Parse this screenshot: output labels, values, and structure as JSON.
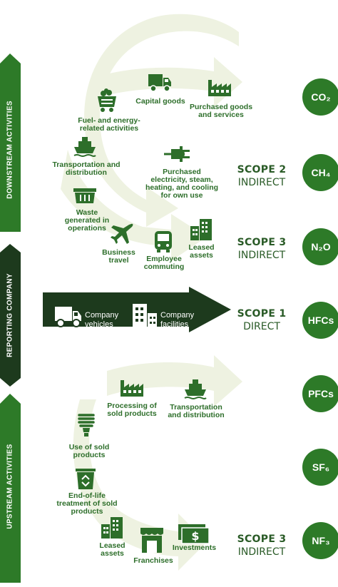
{
  "side_labels": {
    "downstream": "DOWNSTREAM ACTIVITIES",
    "reporting": "REPORTING COMPANY",
    "upstream": "UPSTREAM ACTIVITIES"
  },
  "top_group": {
    "items": [
      {
        "label": "Capital goods",
        "icon": "truck-icon"
      },
      {
        "label": "Purchased goods\nand services",
        "icon": "factory-icon"
      },
      {
        "label": "Fuel- and energy-\nrelated activities",
        "icon": "mine-cart-icon"
      },
      {
        "label": "Transportation and\ndistribution",
        "icon": "ship-icon"
      },
      {
        "label": "Purchased\nelectricity, steam,\nheating, and cooling\nfor own use",
        "icon": "plug-icon"
      },
      {
        "label": "Waste\ngenerated in\noperations",
        "icon": "dumpster-icon"
      },
      {
        "label": "Business\ntravel",
        "icon": "plane-icon"
      },
      {
        "label": "Employee\ncommuting",
        "icon": "bus-icon"
      },
      {
        "label": "Leased\nassets",
        "icon": "buildings-icon"
      }
    ]
  },
  "middle_group": {
    "items": [
      {
        "label": "Company\nvehicles",
        "icon": "truck-icon"
      },
      {
        "label": "Company\nfacilities",
        "icon": "buildings-icon"
      }
    ]
  },
  "bottom_group": {
    "items": [
      {
        "label": "Processing of\nsold products",
        "icon": "factory-icon"
      },
      {
        "label": "Transportation\nand distribution",
        "icon": "ship-icon"
      },
      {
        "label": "Use of sold\nproducts",
        "icon": "bulb-icon"
      },
      {
        "label": "End-of-life\ntreatment of sold\nproducts",
        "icon": "recycle-bin-icon"
      },
      {
        "label": "Leased\nassets",
        "icon": "buildings-icon"
      },
      {
        "label": "Franchises",
        "icon": "storefront-icon"
      },
      {
        "label": "Investments",
        "icon": "money-icon"
      }
    ]
  },
  "scopes": [
    {
      "title": "SCOPE 2",
      "subtitle": "INDIRECT"
    },
    {
      "title": "SCOPE 3",
      "subtitle": "INDIRECT"
    },
    {
      "title": "SCOPE 1",
      "subtitle": "DIRECT"
    },
    {
      "title": "SCOPE 3",
      "subtitle": "INDIRECT"
    }
  ],
  "gases": [
    "CO₂",
    "CH₄",
    "N₂O",
    "HFCs",
    "PFCs",
    "SF₆",
    "NF₃"
  ],
  "colors": {
    "dark_green": "#2d6e2a",
    "arrow_dark": "#1d3a1d",
    "circle_green": "#2d7a28",
    "light_bg": "#eef2e1"
  }
}
